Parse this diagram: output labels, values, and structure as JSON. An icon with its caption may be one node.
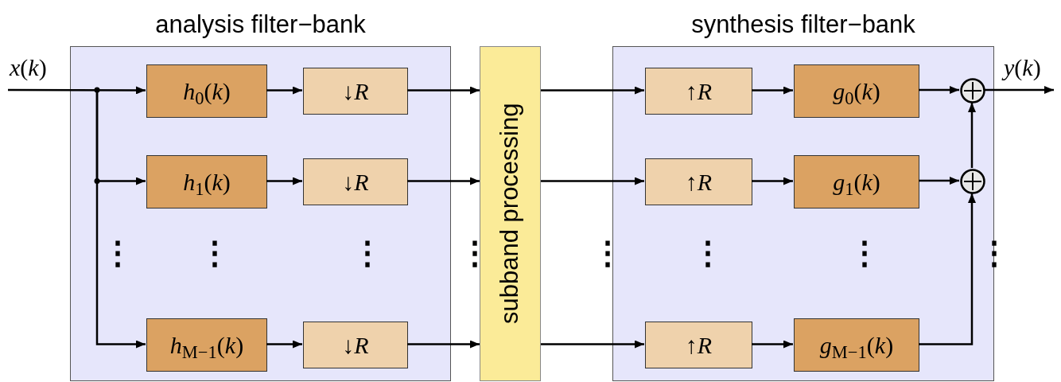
{
  "diagram": {
    "nodes": [
      {
        "text": [
          "analysis filter−bank"
        ]
      },
      {
        "text": [
          "synthesis filter−bank"
        ]
      },
      {
        "text": [
          "*h*$_{0}$(*k*)"
        ],
        "in": 0
      },
      {
        "text": [
          "↓*R*"
        ],
        "in": 0
      },
      {
        "text": [
          "*h*$_{1}$(*k*)"
        ],
        "in": 0
      },
      {
        "text": [
          "↓*R*"
        ],
        "in": 0
      },
      {
        "text": [
          "*h*$_{M−1}$(*k*)"
        ],
        "in": 0
      },
      {
        "text": [
          "↓*R*"
        ],
        "in": 0
      },
      {
        "text": [
          "subband processing"
        ]
      },
      {
        "text": [
          "↑*R*"
        ],
        "in": 1
      },
      {
        "text": [
          "*g*$_{0}$(*k*)"
        ],
        "in": 1
      },
      {
        "text": [
          "↑*R*"
        ],
        "in": 1
      },
      {
        "text": [
          "*g*$_{1}$(*k*)"
        ],
        "in": 1
      },
      {
        "text": [
          "↑*R*"
        ],
        "in": 1
      },
      {
        "text": [
          "*g*$_{M−1}$(*k*)"
        ],
        "in": 1
      },
      {
        "text": [],
        "shape": "circle",
        "in": 1
      },
      {
        "text": [],
        "shape": "circle",
        "in": 1
      },
      {
        "text": [
          "*y*(*k*)"
        ]
      }
    ],
    "edges": [
      {
        "from": null,
        "to": 2,
        "arrow": "to"
      },
      {
        "from": null,
        "to": 4,
        "arrow": "to"
      },
      {
        "from": null,
        "to": 6,
        "arrow": "to"
      },
      {
        "from": 2,
        "to": 3,
        "arrow": "to"
      },
      {
        "from": 4,
        "to": 5,
        "arrow": "to"
      },
      {
        "from": 6,
        "to": 7,
        "arrow": "to"
      },
      {
        "from": 3,
        "to": 8,
        "arrow": "to"
      },
      {
        "from": 5,
        "to": 8,
        "arrow": "to"
      },
      {
        "from": 7,
        "to": 8,
        "arrow": "to"
      },
      {
        "from": 8,
        "to": 9,
        "arrow": "to"
      },
      {
        "from": 8,
        "to": 11,
        "arrow": "to"
      },
      {
        "from": 8,
        "to": 13,
        "arrow": "to"
      },
      {
        "from": 9,
        "to": 10,
        "arrow": "to"
      },
      {
        "from": 11,
        "to": 12,
        "arrow": "to"
      },
      {
        "from": 13,
        "to": 14,
        "arrow": "to"
      },
      {
        "from": 10,
        "to": 15,
        "arrow": "to"
      },
      {
        "from": 12,
        "to": 16,
        "arrow": "to"
      },
      {
        "from": 16,
        "to": 15,
        "arrow": "to"
      },
      {
        "from": 14,
        "to": 16,
        "arrow": "to"
      },
      {
        "from": 15,
        "to": 17,
        "arrow": "to"
      }
    ],
    "labels": [
      "*x*(*k*)",
      "⋮",
      "⋮",
      "⋮",
      "⋮",
      "⋮",
      "⋮",
      "⋮",
      "⋮"
    ]
  }
}
